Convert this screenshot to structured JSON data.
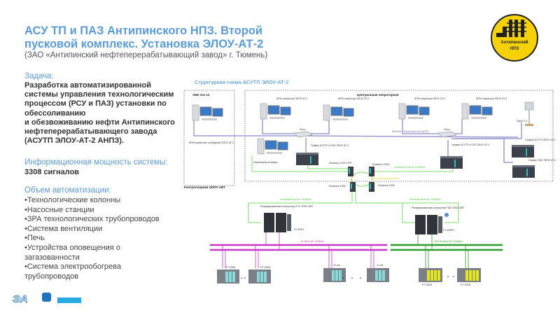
{
  "header": {
    "title": "АСУ ТП и ПАЗ Антипинского НПЗ. Второй пусковой комплекс. Установка ЭЛОУ-АТ-2",
    "subtitle": "(ЗАО «Антипинский нефтеперерабатывающий завод» г. Тюмень)"
  },
  "logo": {
    "text_line1": "Антипинский",
    "text_line2": "НПЗ",
    "color": "#f5d10a"
  },
  "task": {
    "heading": "Задача:",
    "lines": [
      "Разработка автоматизированной",
      "системы управления технологическим",
      "процессом (РСУ и ПАЗ) установки по",
      "обессоливанию",
      "и обезвоживанию нефти Антипинского",
      "нефтеперерабатывающего завода",
      "(АСУТП ЭЛОУ-АТ-2 АНПЗ)."
    ]
  },
  "capacity": {
    "heading": "Информационная мощность системы:",
    "value": "3308 сигналов"
  },
  "scope": {
    "heading": "Объем автоматизации:",
    "items": [
      "•Технологические колонны",
      "•Насосные станции",
      "•ЗРА технологических трубопроводов",
      "•Система вентиляции",
      "•Печь",
      "•Устройства оповещения о",
      "загазованности",
      "•Система электрообогрева",
      "трубопроводов"
    ]
  },
  "diagram": {
    "title": "Структурная схема АСУТП ЭЛОУ-АТ-2",
    "zone_abk": "АБК поз 12",
    "zone_central": "Центральная операторная",
    "zone_controller": "Контроллерная ЭЛОУ-АВТ",
    "arm_operator": "АРМ оператора ЭЛОУ АТ-2",
    "arm_messages": "АРМ сервисных сообщений ЭЛОУ АТ-2",
    "eng_station": "Инженерная станция",
    "cisco": "Cisco",
    "ethernet": "Ethernet - Локальная сеть АНПЗ",
    "server_main": "Сервер АСУТП и ПАЗ ЭЛОУ АТ-2",
    "server_asutp": "Сервер АСУТП ЭЛОУ АТ-2",
    "server_oas": "Сервер OAS ЭЛОУ АТ-2",
    "panel": "Пульт П-1",
    "scalance_1": "Scalance X202 2 IRT",
    "scalance_2": "Scalance X206",
    "ind_ethernet": "Industrial Ethernet 100Mbit/s",
    "ctrl_rsu": "Резервированный контроллер РСУ ЭЛОУ-АВТ",
    "ctrl_paz": "Резервированный контроллер ПАЗ ЭЛОУ-АВТ",
    "s7_400h": "S7-400H",
    "s7_400fh": "S7-400FH",
    "profibus": "Profibus DP 12Mbit/s",
    "profibus_paz": "ПАЗ Profibus DP 12Mbit/s",
    "et200m": "ET 200M",
    "ylink": "Y-Link",
    "colors": {
      "bus_rsu": "#c837c8",
      "bus_paz": "#2e9e2e",
      "ie": "#7ddc6e",
      "lan": "#9b9bd0"
    }
  },
  "footer": {
    "logo_text": "ЭА",
    "bar_color": "#29a9e1"
  }
}
